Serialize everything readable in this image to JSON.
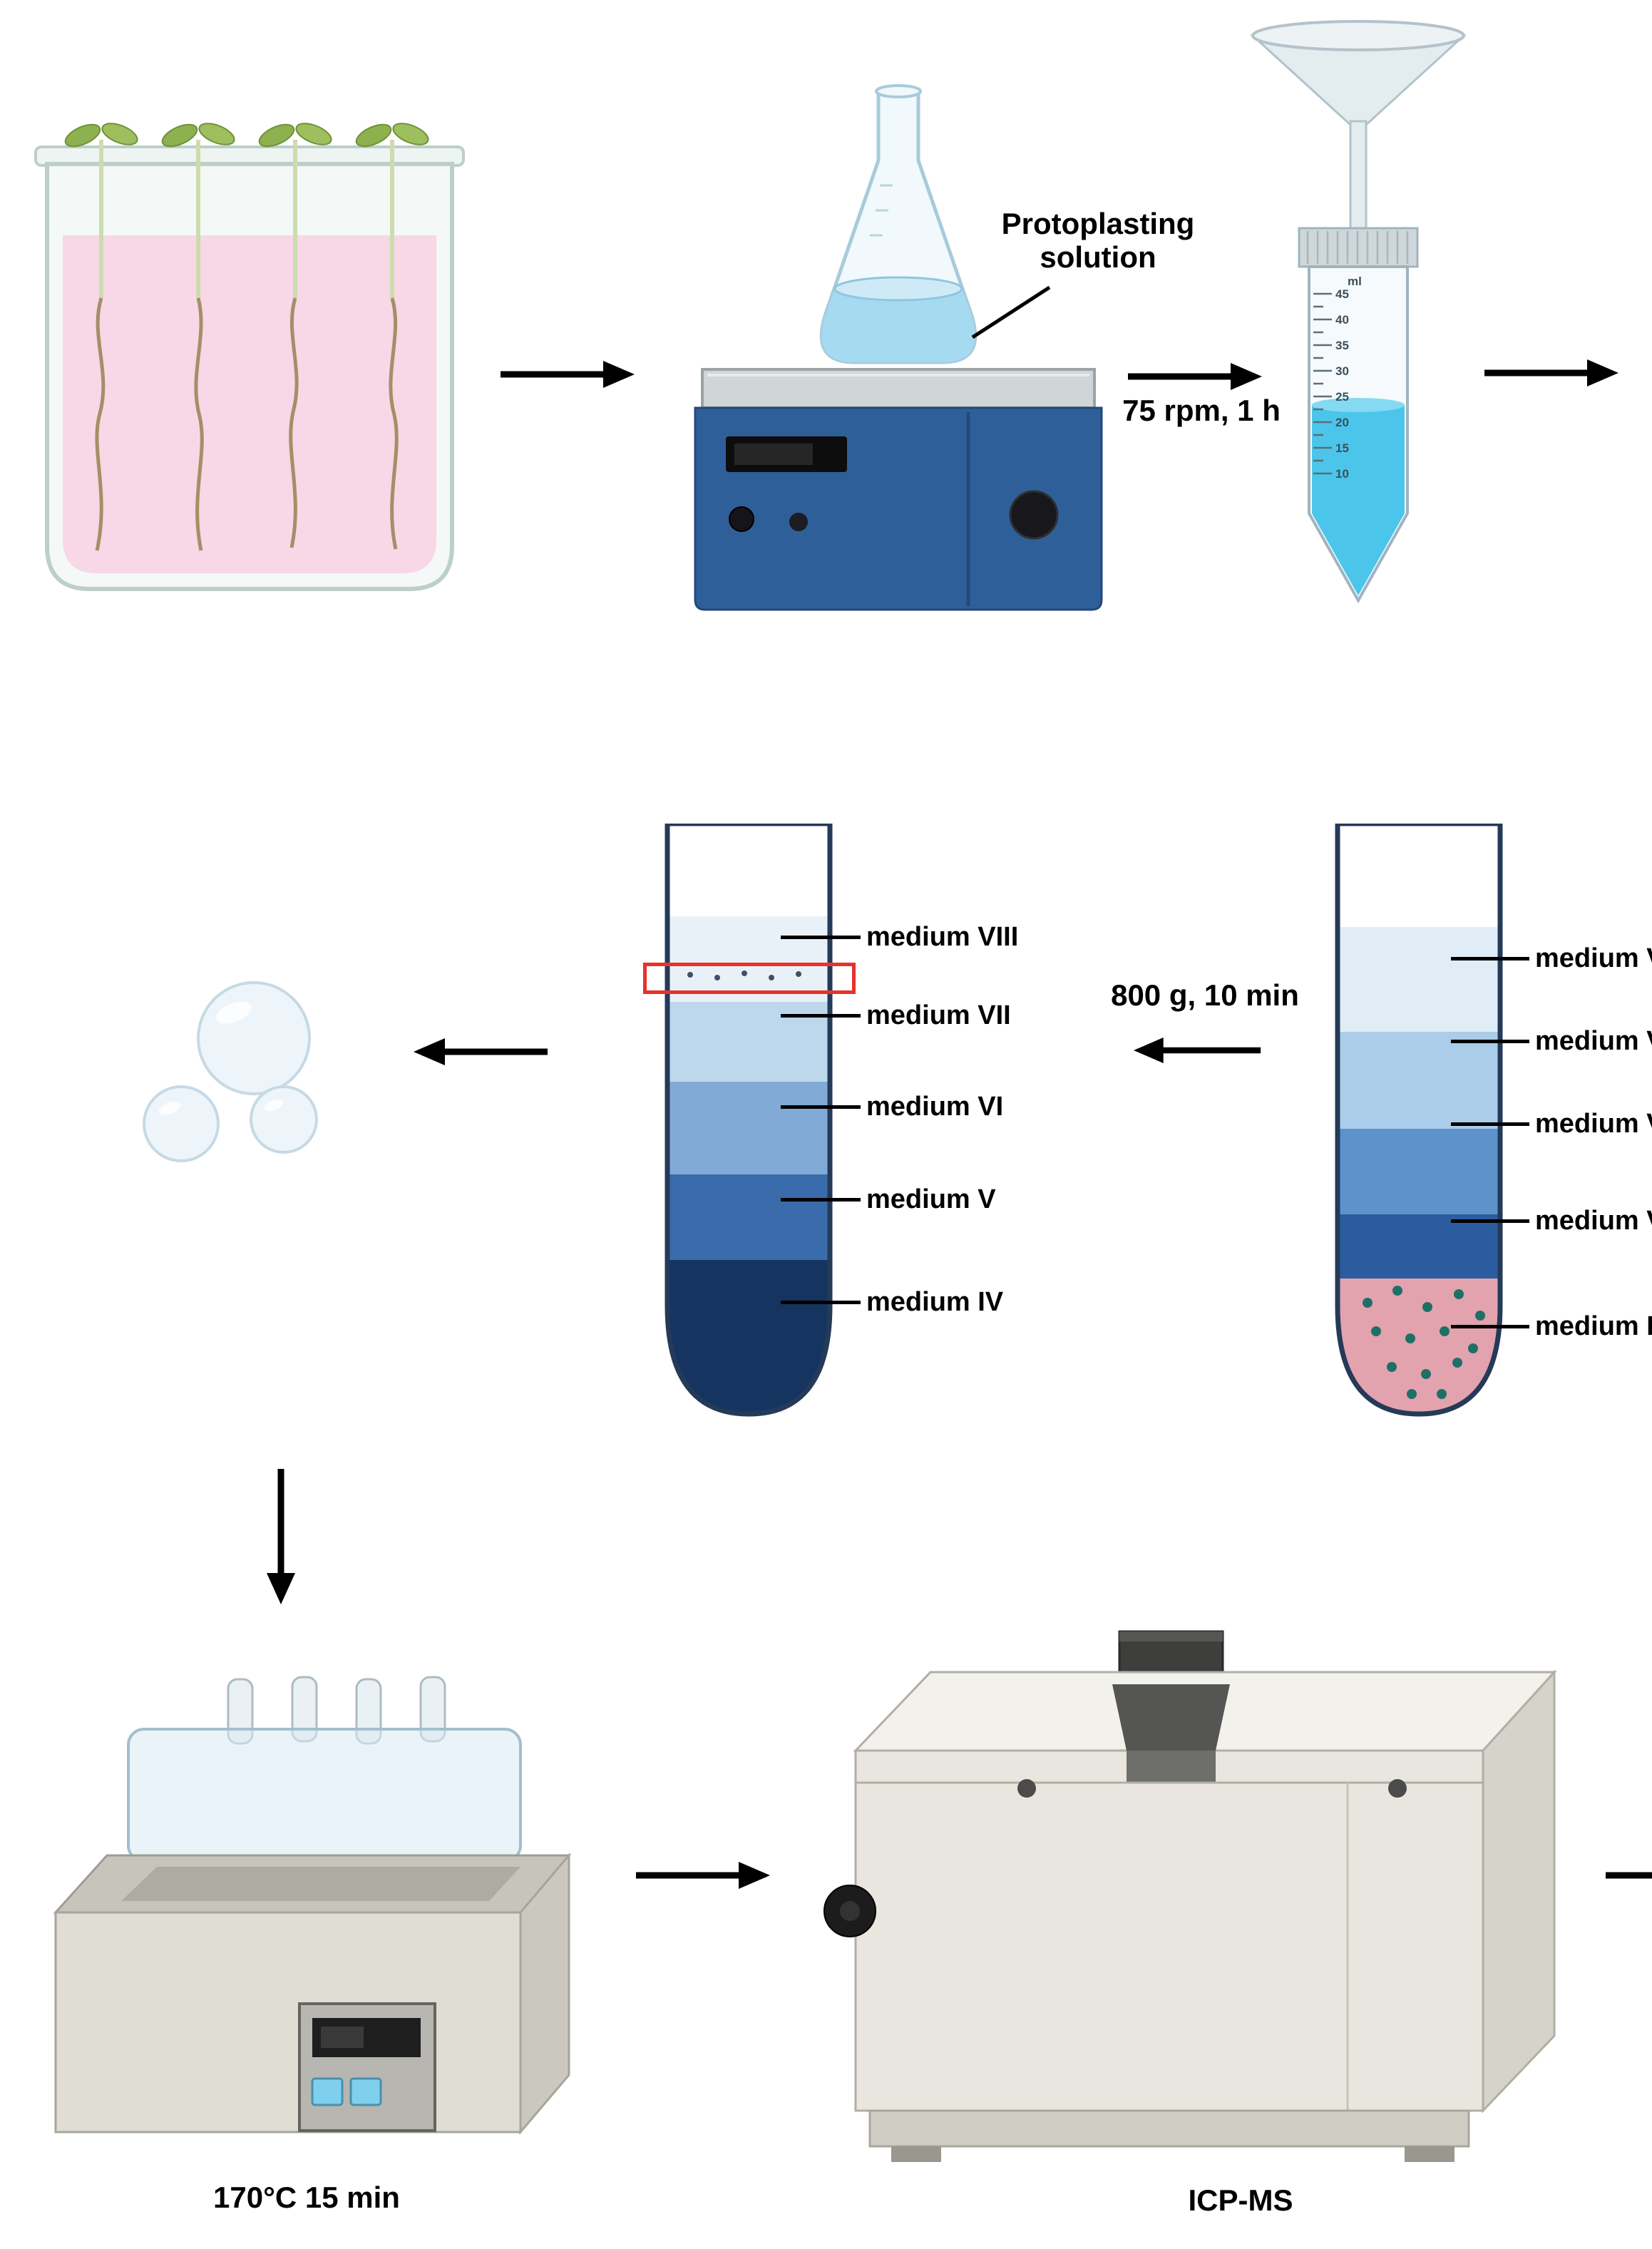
{
  "palette": {
    "accent_red": "#e8312a",
    "seedling_liquid_pink": "#f8d7e6",
    "falcon_liquid_blue": "#4cc5ea",
    "flask_liquid_blue": "#a5daf1",
    "stirrer_blue": "#2f5f99",
    "tube_outline_navy": "#243a58",
    "protoplast_teal": "#1f6f67",
    "protoplast_suspension_pink": "#e2a3ae"
  },
  "step_flask": {
    "label_line1": "Protoplasting",
    "label_line2": "solution",
    "condition": "75 rpm, 1 h"
  },
  "falcon_tube": {
    "unit": "ml",
    "ticks": [
      "45",
      "40",
      "35",
      "30",
      "25",
      "20",
      "15",
      "10"
    ]
  },
  "centrifuge": {
    "condition": "800 g, 10 min"
  },
  "gradient_tube_after": {
    "labels": [
      "medium VIII",
      "medium VII",
      "medium VI",
      "medium V",
      "medium IV"
    ]
  },
  "gradient_tube_before": {
    "labels": [
      "medium VIII",
      "medium VII",
      "medium VI",
      "medium V",
      "medium IV"
    ]
  },
  "water_bath": {
    "label": "170°C 15 min"
  },
  "icp_ms": {
    "label": "ICP-MS"
  }
}
